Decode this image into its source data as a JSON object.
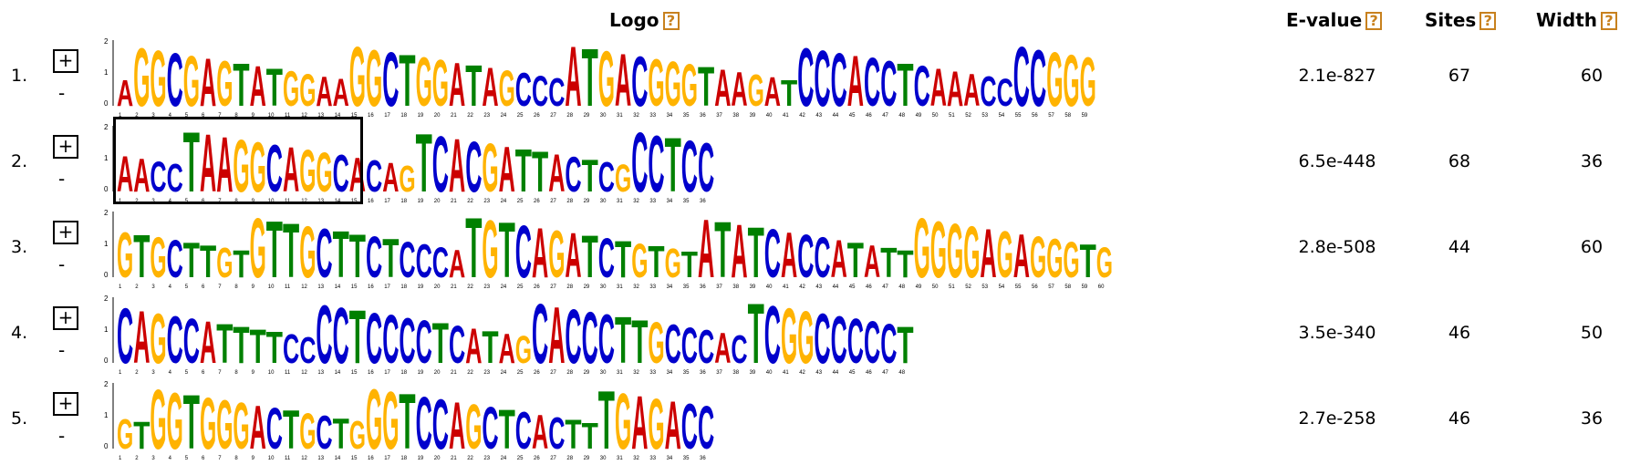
{
  "headers": {
    "logo": "Logo",
    "evalue": "E-value",
    "sites": "Sites",
    "width": "Width",
    "help_glyph": "?"
  },
  "controls": {
    "plus": "+",
    "minus": "-"
  },
  "colors": {
    "A": "#cc0000",
    "C": "#0000cc",
    "G": "#ffb300",
    "T": "#008000",
    "help": "#c8811e"
  },
  "motifs": [
    {
      "index": "1.",
      "evalue": "2.1e-827",
      "sites": "67",
      "width": "60",
      "consensus": "AGGCGAGTATGGAAGGCTGGATAGCCCATGACGGGTAAGATCCCACCTCAAACCCCGGG"
    },
    {
      "index": "2.",
      "evalue": "6.5e-448",
      "sites": "68",
      "width": "36",
      "consensus": "AACCTAAGGCAGGCACAGTCACGATTACTCGCCTCC"
    },
    {
      "index": "3.",
      "evalue": "2.8e-508",
      "sites": "44",
      "width": "60",
      "consensus": "GTGCTTGTGTTGCTTCTCCCATGTCAGATCTGTGTATATCACCATATTGGGGAGAGGGTG"
    },
    {
      "index": "4.",
      "evalue": "3.5e-340",
      "sites": "46",
      "width": "50",
      "consensus": "CAGCCATTTTCCCCTCCCCTCATAGCACCCTTGCCCACTCGGCCCCCT"
    },
    {
      "index": "5.",
      "evalue": "2.7e-258",
      "sites": "46",
      "width": "36",
      "consensus": "GTGGTGGGACTGCTGGGTCCAGCTCACTTTGAGACC"
    }
  ]
}
